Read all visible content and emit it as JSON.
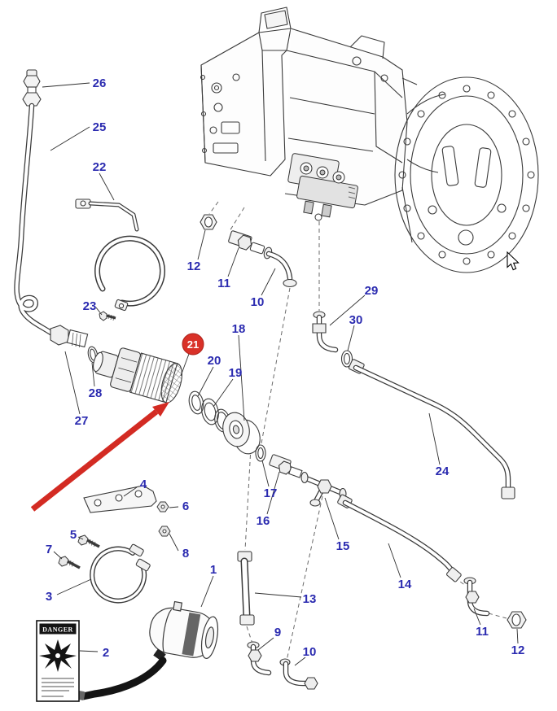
{
  "diagram": {
    "kind": "exploded-parts-diagram",
    "subject": "transmission-hydraulic-filter-assembly",
    "background": "#ffffff",
    "label_color": "#2b2bb0",
    "highlight_circle_color": "#d93128",
    "arrow_color": "#d32b23",
    "line_color": "#3a3a3a"
  },
  "callouts": [
    {
      "label": "26"
    },
    {
      "label": "25"
    },
    {
      "label": "22"
    },
    {
      "label": "23"
    },
    {
      "label": "12"
    },
    {
      "label": "11"
    },
    {
      "label": "10"
    },
    {
      "label": "29"
    },
    {
      "label": "30"
    },
    {
      "label": "18"
    },
    {
      "label": "20"
    },
    {
      "label": "19"
    },
    {
      "label": "28"
    },
    {
      "label": "27"
    },
    {
      "label": "24"
    },
    {
      "label": "17"
    },
    {
      "label": "16"
    },
    {
      "label": "15"
    },
    {
      "label": "14"
    },
    {
      "label": "4"
    },
    {
      "label": "6"
    },
    {
      "label": "5"
    },
    {
      "label": "8"
    },
    {
      "label": "7"
    },
    {
      "label": "3"
    },
    {
      "label": "1"
    },
    {
      "label": "13"
    },
    {
      "label": "2"
    },
    {
      "label": "9"
    },
    {
      "label": "10"
    },
    {
      "label": "11"
    },
    {
      "label": "12"
    }
  ],
  "highlighted_callout": {
    "label": "21"
  },
  "danger_label": {
    "title": "DANGER"
  }
}
